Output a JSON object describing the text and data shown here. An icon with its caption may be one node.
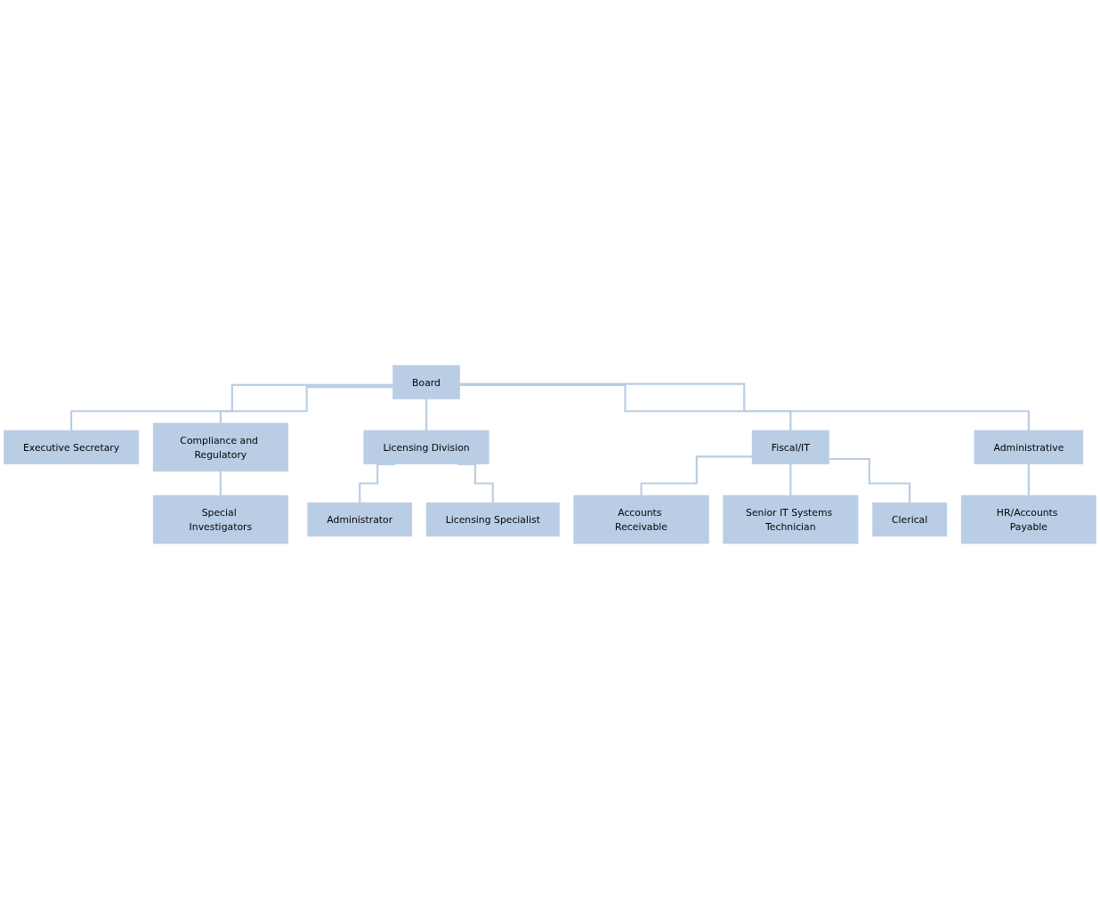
{
  "diagram": {
    "nodes": [
      {
        "text": [
          "Board"
        ]
      },
      {
        "text": [
          "Executive Secretary"
        ]
      },
      {
        "text": [
          "Compliance and Regulatory"
        ]
      },
      {
        "text": [
          "Licensing Division"
        ]
      },
      {
        "text": [
          "Fiscal/IT"
        ]
      },
      {
        "text": [
          "Administrative"
        ]
      },
      {
        "text": [
          "Special Investigators"
        ]
      },
      {
        "text": [
          "Administrator"
        ]
      },
      {
        "text": [
          "Licensing Specialist"
        ]
      },
      {
        "text": [
          "Accounts Receivable"
        ]
      },
      {
        "text": [
          "Senior IT Systems Technician"
        ]
      },
      {
        "text": [
          "Clerical"
        ]
      },
      {
        "text": [
          "HR/Accounts Payable"
        ]
      }
    ],
    "edges": [
      {
        "from": 0,
        "to": 1,
        "arrow": "none"
      },
      {
        "from": 0,
        "to": 2,
        "arrow": "none"
      },
      {
        "from": 0,
        "to": 3,
        "arrow": "none"
      },
      {
        "from": 0,
        "to": 4,
        "arrow": "none"
      },
      {
        "from": 0,
        "to": 5,
        "arrow": "none"
      },
      {
        "from": 2,
        "to": 6,
        "arrow": "none"
      },
      {
        "from": 3,
        "to": 7,
        "arrow": "none"
      },
      {
        "from": 3,
        "to": 8,
        "arrow": "none"
      },
      {
        "from": 4,
        "to": 9,
        "arrow": "none"
      },
      {
        "from": 4,
        "to": 10,
        "arrow": "none"
      },
      {
        "from": 4,
        "to": 11,
        "arrow": "none"
      },
      {
        "from": 5,
        "to": 12,
        "arrow": "none"
      }
    ]
  }
}
